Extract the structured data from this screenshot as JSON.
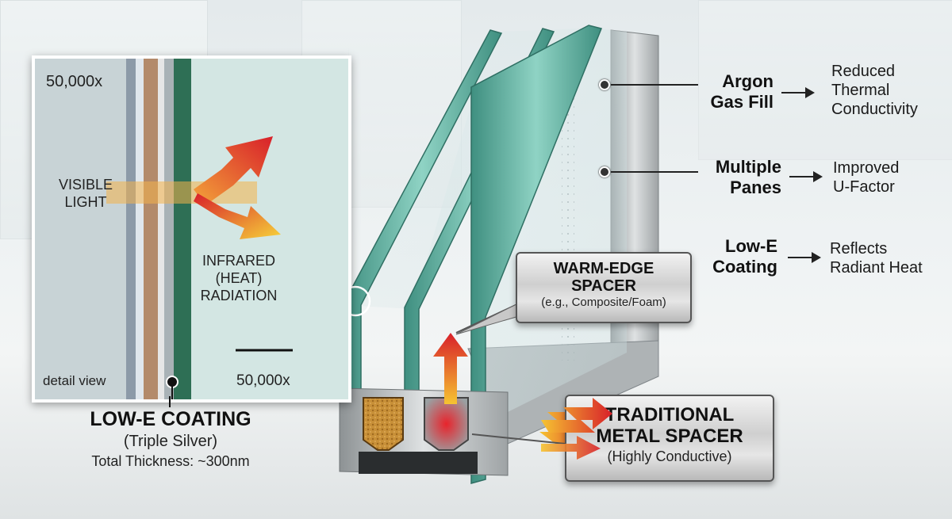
{
  "inset": {
    "magnification_top": "50,000x",
    "visible_light_label": [
      "VISIBLE",
      "LIGHT"
    ],
    "infrared_label": [
      "INFRARED",
      "(HEAT)",
      "RADIATION"
    ],
    "detail_view": "detail view",
    "magnification_bottom": "50,000x"
  },
  "coating": {
    "title": "LOW-E COATING",
    "subtitle": "(Triple Silver)",
    "thickness": "Total Thickness: ~300nm"
  },
  "features": [
    {
      "name_lines": [
        "Argon",
        "Gas Fill"
      ],
      "benefit_lines": [
        "Reduced",
        "Thermal",
        "Conductivity"
      ]
    },
    {
      "name_lines": [
        "Multiple",
        "Panes"
      ],
      "benefit_lines": [
        "Improved",
        "U-Factor"
      ]
    },
    {
      "name_lines": [
        "Low-E",
        "Coating"
      ],
      "benefit_lines": [
        "Reflects",
        "Radiant Heat"
      ]
    }
  ],
  "callouts": {
    "warm_edge": {
      "title_lines": [
        "WARM-EDGE",
        "SPACER"
      ],
      "subtitle": "(e.g., Composite/Foam)"
    },
    "metal": {
      "title_lines": [
        "TRADITIONAL",
        "METAL SPACER"
      ],
      "subtitle": "(Highly Conductive)"
    }
  },
  "colors": {
    "glass_edge": "#5fa89a",
    "heat_red": "#d8202a",
    "heat_yellow": "#f6c431",
    "frame_silver": "#b8bcbe",
    "foam_tan": "#c89038"
  }
}
